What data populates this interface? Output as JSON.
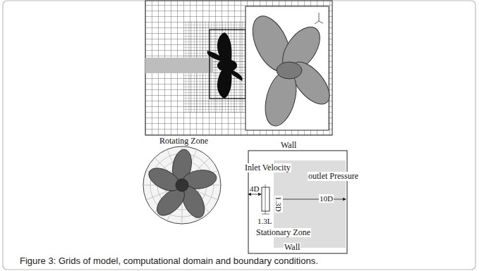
{
  "diagram": {
    "caption": "Figure 3: Grids of model, computational domain and boundary conditions.",
    "labels": [
      "Rotating Zone",
      "Wall",
      "Inlet Velocity",
      "outlet Pressure",
      "4D",
      "1.3D",
      "10D",
      "1.3L",
      "Stationary Zone",
      "Wall"
    ]
  }
}
